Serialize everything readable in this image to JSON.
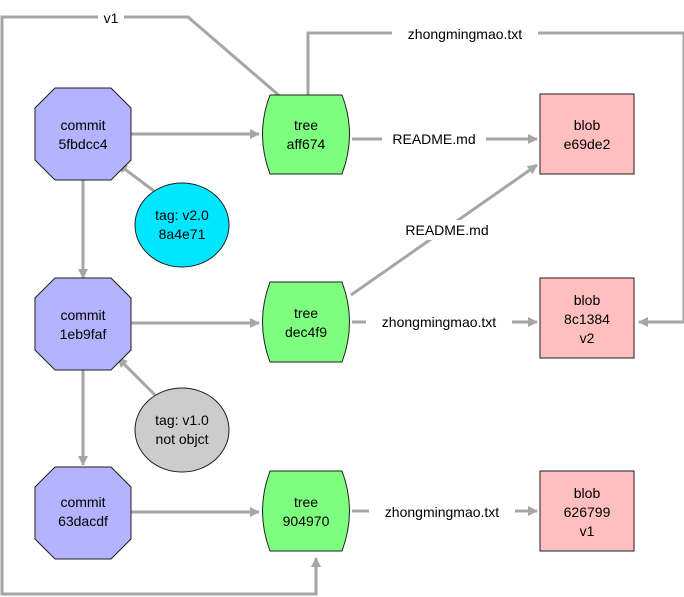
{
  "colors": {
    "commit_fill": "#b3b3ff",
    "commit_stroke": "#1f1f1f",
    "tree_fill": "#7fff7f",
    "tree_stroke": "#1f1f1f",
    "blob_fill": "#ffbfbf",
    "blob_stroke": "#1f1f1f",
    "tag_v2_fill": "#00e6ff",
    "tag_v1_fill": "#cccccc",
    "edge": "#a6a6a6"
  },
  "commits": [
    {
      "line1": "commit",
      "line2": "5fbdcc4"
    },
    {
      "line1": "commit",
      "line2": "1eb9faf"
    },
    {
      "line1": "commit",
      "line2": "63dacdf"
    }
  ],
  "trees": [
    {
      "line1": "tree",
      "line2": "aff674"
    },
    {
      "line1": "tree",
      "line2": "dec4f9"
    },
    {
      "line1": "tree",
      "line2": "904970"
    }
  ],
  "blobs": [
    {
      "line1": "blob",
      "line2": "e69de2",
      "line3": ""
    },
    {
      "line1": "blob",
      "line2": "8c1384",
      "line3": "v2"
    },
    {
      "line1": "blob",
      "line2": "626799",
      "line3": "v1"
    }
  ],
  "tags": [
    {
      "line1": "tag: v2.0",
      "line2": "8a4e71",
      "icon": "ellipse"
    },
    {
      "line1": "tag: v1.0",
      "line2": "not objct",
      "icon": "ellipse"
    }
  ],
  "edge_labels": {
    "v1": "v1",
    "top_zhongmingmao": "zhongmingmao.txt",
    "readme_top": "README.md",
    "readme_mid": "README.md",
    "mid_zhongmingmao": "zhongmingmao.txt",
    "bottom_zhongmingmao": "zhongmingmao.txt"
  }
}
